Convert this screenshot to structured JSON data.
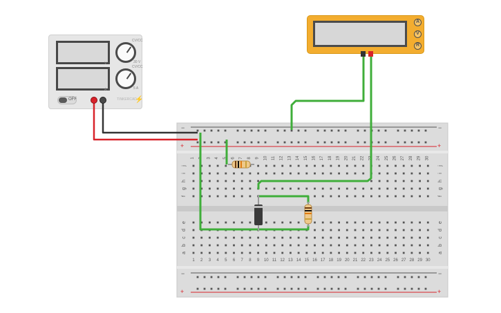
{
  "power_supply": {
    "voltage_unit": "V",
    "current_unit": "A",
    "voltage_range": "30 V",
    "current_range": "5 A",
    "voltage_knob_label": "CV/CC",
    "current_knob_label": "CV/CC",
    "switch_label": "OFF",
    "brand_text": "TINKERCAD"
  },
  "multimeter": {
    "mode_buttons": [
      "A",
      "V",
      "R"
    ]
  },
  "breadboard": {
    "columns": [
      "1",
      "2",
      "3",
      "4",
      "5",
      "6",
      "7",
      "8",
      "9",
      "10",
      "11",
      "12",
      "13",
      "14",
      "15",
      "16",
      "17",
      "18",
      "19",
      "20",
      "21",
      "22",
      "23",
      "24",
      "25",
      "26",
      "27",
      "28",
      "29",
      "30"
    ],
    "rows_top": [
      "j",
      "i",
      "h",
      "g",
      "f"
    ],
    "rows_bottom": [
      "e",
      "d",
      "c",
      "b",
      "a"
    ],
    "rail_minus": "−",
    "rail_plus": "+"
  },
  "colors": {
    "wire_green": "#3fae3a",
    "wire_red": "#d8222a",
    "wire_black": "#333333",
    "board": "#dcdcdc",
    "meter": "#f3ad2f"
  }
}
